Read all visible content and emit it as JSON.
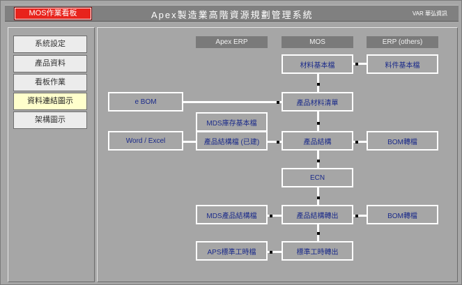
{
  "header": {
    "app_badge": "MOS作業看板",
    "title": "Apex製造業高階資源規劃管理系統",
    "vendor": "VAR 華弘資訊"
  },
  "sidebar": {
    "items": [
      {
        "label": "系統設定"
      },
      {
        "label": "產品資料"
      },
      {
        "label": "看板作業"
      },
      {
        "label": "資料連結圖示",
        "active": true
      },
      {
        "label": "架構圖示"
      }
    ]
  },
  "diagram": {
    "columns": {
      "apex_erp": "Apex ERP",
      "mos": "MOS",
      "erp_others": "ERP (others)"
    },
    "nodes": {
      "material_master": "材料基本檔",
      "part_master": "料件基本檔",
      "ebom": "e BOM",
      "product_material_list": "產品材料清單",
      "mds_inventory_master": "MDS庫存基本檔",
      "product_structure_built": "產品結構檔 (已建)",
      "word_excel": "Word / Excel",
      "product_structure": "產品結構",
      "bom_transfer_1": "BOM轉檔",
      "ecn": "ECN",
      "mds_product_structure": "MDS產品結構檔",
      "product_structure_export": "產品結構轉出",
      "bom_transfer_2": "BOM轉檔",
      "aps_std_hours": "APS標準工時檔",
      "std_hours_export": "標準工時轉出"
    }
  },
  "colors": {
    "badge_red": "#e8231c",
    "node_text": "#1a2a8a",
    "active_menu": "#ffffcc",
    "panel_gray": "#a6a6a6",
    "titlebar_gray": "#808080"
  }
}
